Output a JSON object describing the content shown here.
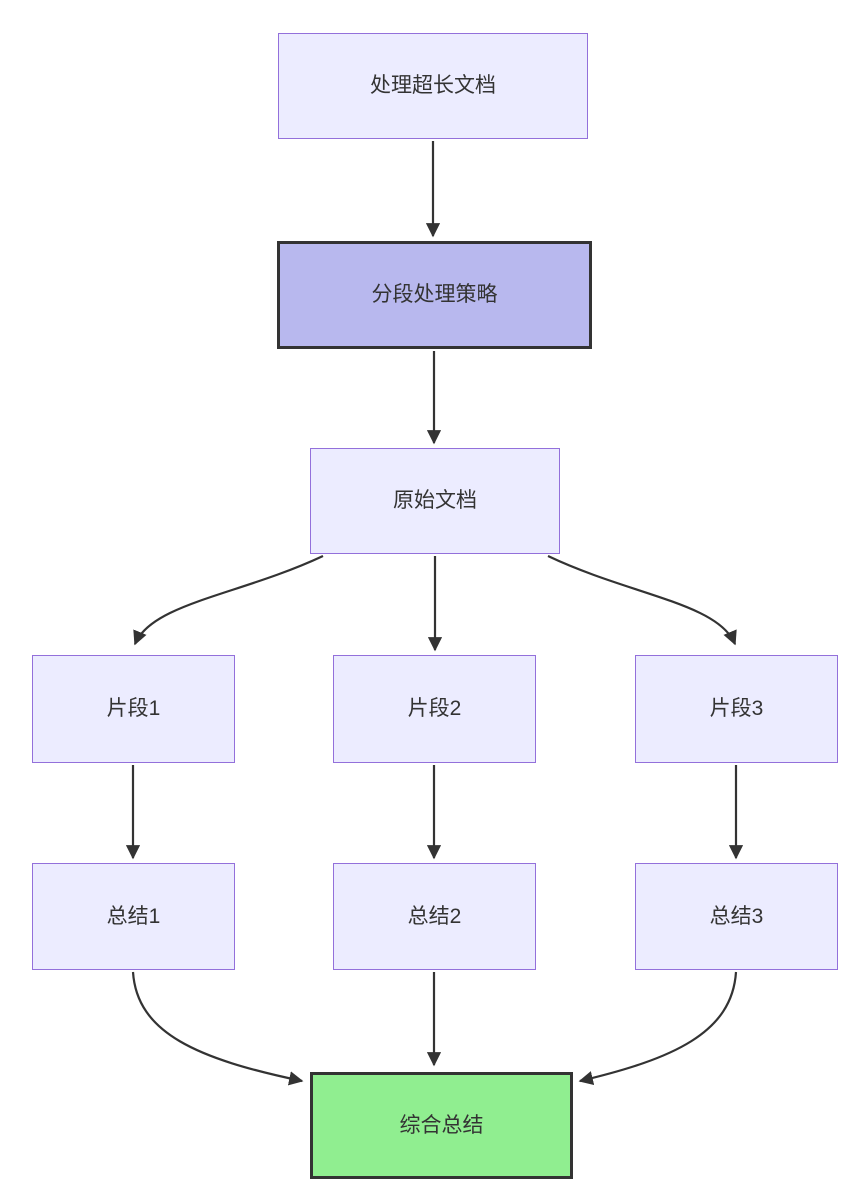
{
  "diagram": {
    "type": "flowchart",
    "direction": "top-down",
    "colors": {
      "background": "#ffffff",
      "node_fill": "#ECECFF",
      "node_border": "#9370DB",
      "highlight_fill": "#B8B8EE",
      "highlight_border": "#333333",
      "result_fill": "#90EE90",
      "result_border": "#333333",
      "edge_color": "#333333",
      "text_color": "#333333"
    },
    "nodes": [
      {
        "id": "process-long-document",
        "label": "处理超长文档",
        "style": "default"
      },
      {
        "id": "segment-strategy",
        "label": "分段处理策略",
        "style": "highlight"
      },
      {
        "id": "original-document",
        "label": "原始文档",
        "style": "default"
      },
      {
        "id": "fragment-1",
        "label": "片段1",
        "style": "default"
      },
      {
        "id": "fragment-2",
        "label": "片段2",
        "style": "default"
      },
      {
        "id": "fragment-3",
        "label": "片段3",
        "style": "default"
      },
      {
        "id": "summary-1",
        "label": "总结1",
        "style": "default"
      },
      {
        "id": "summary-2",
        "label": "总结2",
        "style": "default"
      },
      {
        "id": "summary-3",
        "label": "总结3",
        "style": "default"
      },
      {
        "id": "combined-summary",
        "label": "综合总结",
        "style": "result"
      }
    ],
    "edges": [
      {
        "from": "处理超长文档",
        "to": "分段处理策略"
      },
      {
        "from": "分段处理策略",
        "to": "原始文档"
      },
      {
        "from": "原始文档",
        "to": "片段1"
      },
      {
        "from": "原始文档",
        "to": "片段2"
      },
      {
        "from": "原始文档",
        "to": "片段3"
      },
      {
        "from": "片段1",
        "to": "总结1"
      },
      {
        "from": "片段2",
        "to": "总结2"
      },
      {
        "from": "片段3",
        "to": "总结3"
      },
      {
        "from": "总结1",
        "to": "综合总结"
      },
      {
        "from": "总结2",
        "to": "综合总结"
      },
      {
        "from": "总结3",
        "to": "综合总结"
      }
    ]
  }
}
